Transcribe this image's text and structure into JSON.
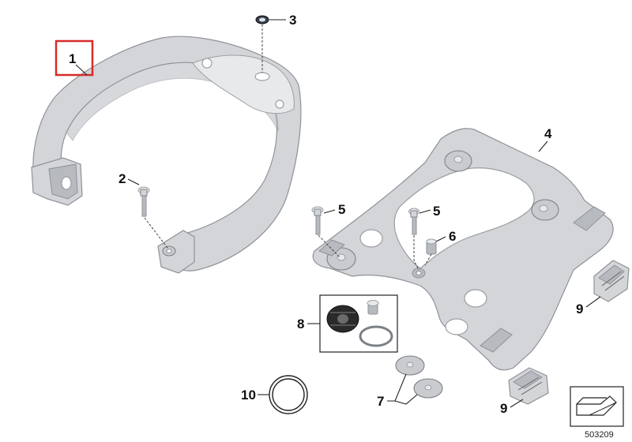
{
  "diagram": {
    "reference_number": "503209",
    "callouts": [
      {
        "key": "c1",
        "label": "1"
      },
      {
        "key": "c2",
        "label": "2"
      },
      {
        "key": "c3",
        "label": "3"
      },
      {
        "key": "c4",
        "label": "4"
      },
      {
        "key": "c5a",
        "label": "5"
      },
      {
        "key": "c5b",
        "label": "5"
      },
      {
        "key": "c6",
        "label": "6"
      },
      {
        "key": "c7",
        "label": "7"
      },
      {
        "key": "c8",
        "label": "8"
      },
      {
        "key": "c9a",
        "label": "9"
      },
      {
        "key": "c9b",
        "label": "9"
      },
      {
        "key": "c10",
        "label": "10"
      }
    ],
    "highlighted_callout": "1",
    "colors": {
      "highlight": "#d62b2b",
      "metal": "#d3d5d8",
      "outline": "#8e9297",
      "rubber": "#2a2a2a"
    }
  }
}
